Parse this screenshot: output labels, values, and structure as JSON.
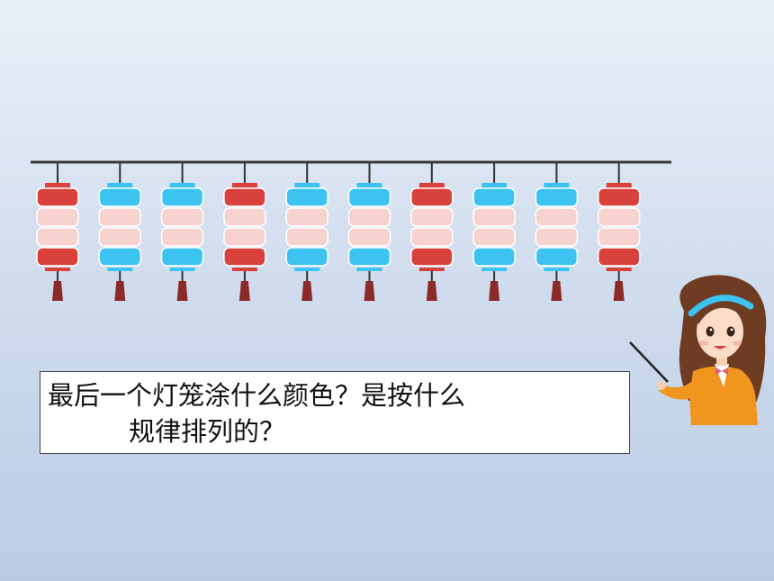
{
  "question": {
    "line1": "最后一个灯笼涂什么颜色？是按什么",
    "line2": "规律排列的？"
  },
  "colors": {
    "red": "#d9413c",
    "blue": "#3cc3f0",
    "pink": "#f6d3cf",
    "cord": "#333333"
  },
  "lanterns": [
    {
      "top": "red",
      "bottom": "red"
    },
    {
      "top": "blue",
      "bottom": "blue"
    },
    {
      "top": "blue",
      "bottom": "blue"
    },
    {
      "top": "red",
      "bottom": "red"
    },
    {
      "top": "blue",
      "bottom": "blue"
    },
    {
      "top": "blue",
      "bottom": "blue"
    },
    {
      "top": "red",
      "bottom": "red"
    },
    {
      "top": "blue",
      "bottom": "blue"
    },
    {
      "top": "blue",
      "bottom": "blue"
    },
    {
      "top": "red",
      "bottom": "red"
    }
  ]
}
